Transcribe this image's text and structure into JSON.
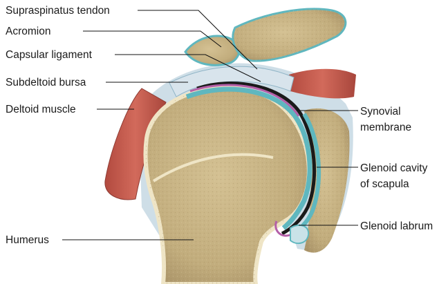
{
  "labels": {
    "supraspinatus_tendon": "Supraspinatus tendon",
    "acromion": "Acromion",
    "capsular_ligament": "Capsular ligament",
    "subdeltoid_bursa": "Subdeltoid bursa",
    "deltoid_muscle": "Deltoid muscle",
    "humerus": "Humerus",
    "synovial_membrane_line1": "Synovial",
    "synovial_membrane_line2": "membrane",
    "glenoid_cavity_line1": "Glenoid cavity",
    "glenoid_cavity_line2": "of scapula",
    "glenoid_labrum": "Glenoid labrum"
  },
  "colors": {
    "bone": "#c9b586",
    "bone_dark": "#a8946a",
    "cartilage": "#5fb7bf",
    "capsule": "#b9cfdc",
    "muscle": "#c2564a",
    "synovial": "#b45fa8",
    "cavity": "#1a1a1a"
  }
}
